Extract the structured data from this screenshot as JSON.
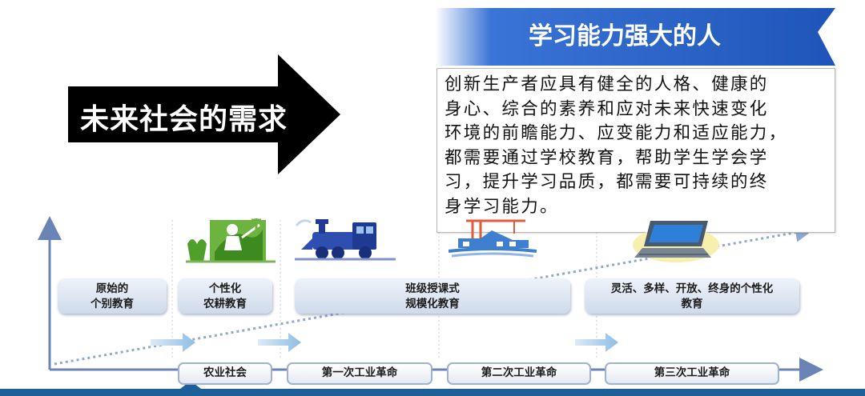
{
  "demand_arrow": {
    "label": "未来社会的需求"
  },
  "banner": {
    "title": "学习能力强大的人"
  },
  "description": {
    "lines": [
      "创新生产者应具有健全的人格、健康的",
      "身心、综合的素养和应对未来快速变化",
      "环境的前瞻能力、应变能力和适应能力，",
      "都需要通过学校教育，帮助学生学会学",
      "习，提升学习品质，都需要可持续的终",
      "身学习能力。"
    ]
  },
  "education_stages": [
    {
      "line1": "原始的",
      "line2": "个别教育"
    },
    {
      "line1": "个性化",
      "line2": "农耕教育"
    },
    {
      "line1": "班级授课式",
      "line2": "规模化教育"
    },
    {
      "line1": "灵活、多样、开放、终身的个性化",
      "line2": "教育"
    }
  ],
  "eras": [
    {
      "label": "农业社会"
    },
    {
      "label": "第一次工业革命"
    },
    {
      "label": "第二次工业革命"
    },
    {
      "label": "第三次工业革命"
    }
  ],
  "icons": [
    "farming-icon",
    "steam-train-icon",
    "factory-icon",
    "laptop-icon"
  ],
  "colors": {
    "arrow": "#000000",
    "banner": "#2b63c4",
    "axis": "#6a84b5",
    "trend": "#8fa8cf",
    "small_arrow": "#9cc3e6",
    "bottom_bar": "#1d5f98"
  }
}
